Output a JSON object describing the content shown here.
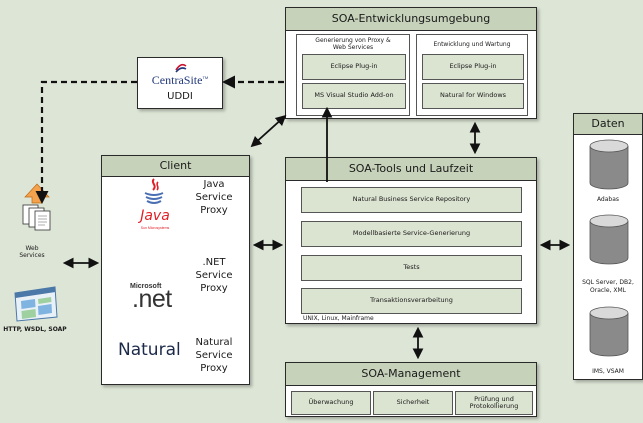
{
  "colors": {
    "background": "#dde5d6",
    "header": "#c6d2ba",
    "item": "#dbe3d1",
    "java_red": "#e11f26",
    "java_blue": "#4a6fb3",
    "centrasite_blue": "#22387a",
    "centrasite_red": "#c8102e",
    "db_gray": "#8a8a8a"
  },
  "dev_env": {
    "title": "SOA-Entwicklungsumgebung",
    "left_group": {
      "title": "Generierung von Proxy & Web Services",
      "items": [
        "Eclipse Plug-in",
        "MS Visual Studio Add-on"
      ]
    },
    "right_group": {
      "title": "Entwicklung und Wartung",
      "items": [
        "Eclipse Plug-in",
        "Natural for Windows"
      ]
    }
  },
  "centrasite": {
    "logo_text": "CentraSite",
    "trademark": "TM",
    "subtitle": "UDDI"
  },
  "client": {
    "title": "Client",
    "proxies": [
      {
        "logo": "Java",
        "logo_icon": "java-coffee-cup-icon",
        "logo_small": "Sun Microsystems",
        "label": "Java Service Proxy"
      },
      {
        "logo": ".net",
        "logo_prefix": "Microsoft",
        "logo_icon": "dotnet-logo-icon",
        "label": ".NET Service Proxy"
      },
      {
        "logo": "Natural",
        "label": "Natural Service Proxy"
      }
    ]
  },
  "tools": {
    "title": "SOA-Tools und Laufzeit",
    "items": [
      "Natural Business Service Repository",
      "Modellbasierte Service-Generierung",
      "Tests",
      "Transaktionsverarbeitung"
    ],
    "platform": "UNIX, Linux, Mainframe"
  },
  "management": {
    "title": "SOA-Management",
    "items": [
      "Überwachung",
      "Sicherheit",
      "Prüfung und Protokollierung"
    ]
  },
  "data": {
    "title": "Daten",
    "databases": [
      {
        "icon": "database-cylinder-icon",
        "label": "Adabas"
      },
      {
        "icon": "database-cylinder-icon",
        "label": "SQL Server, DB2, Oracle, XML"
      },
      {
        "icon": "database-cylinder-icon",
        "label": "IMS, VSAM"
      }
    ]
  },
  "web_services": {
    "label": "Web Services",
    "icon": "web-services-documents-icon",
    "browser_icon": "browser-window-icon",
    "caption": "HTTP, WSDL, SOAP"
  }
}
